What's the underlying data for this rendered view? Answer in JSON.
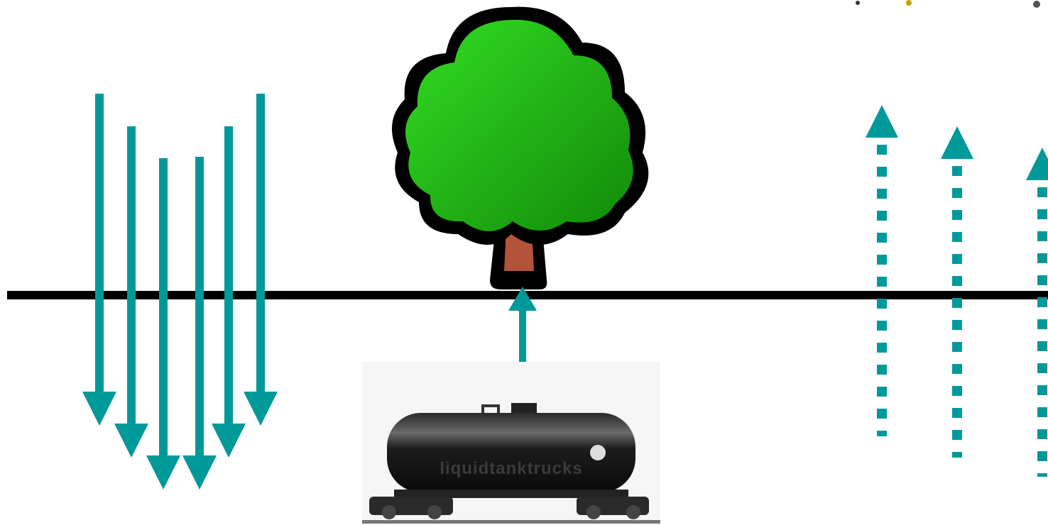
{
  "diagram": {
    "background": "#ffffff",
    "arrow_color": "#009999",
    "ground_line_color": "#000000",
    "tree": {
      "canopy_color": "#22bb11",
      "canopy_highlight": "#33dd22",
      "trunk_color": "#b5523a",
      "outline_color": "#000000"
    },
    "tank_car": {
      "body_color": "#1a1a1a",
      "rail_color": "#777777",
      "tank_label": "liquidtanktrucks"
    },
    "downward_arrows": {
      "count": 6,
      "style": "solid"
    },
    "upward_arrows": {
      "count": 3,
      "style": "dotted"
    },
    "connector_arrow": {
      "style": "double-headed"
    }
  }
}
